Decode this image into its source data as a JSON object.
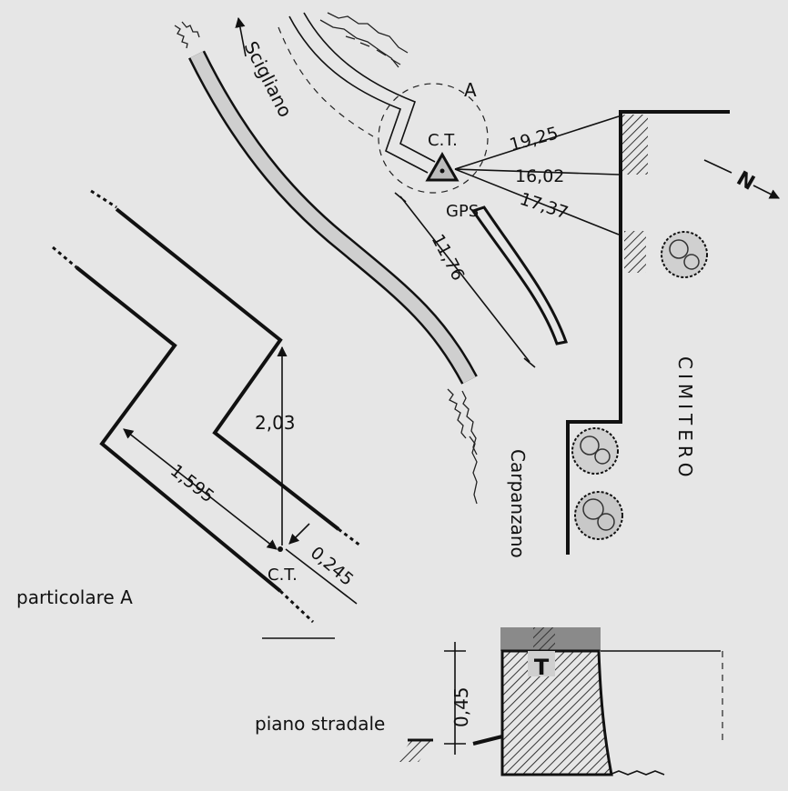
{
  "labels": {
    "top_road": "Scigliano",
    "bottom_road": "Carpanzano",
    "cemetery": "CIMITERO",
    "detail_ref": "A",
    "ct_main": "C.T.",
    "gps": "GPS",
    "detail_title": "particolare A",
    "ct_detail": "C.T.",
    "road_level": "piano stradale",
    "north": "N"
  },
  "dimensions": {
    "d1": "19,25",
    "d2": "16,02",
    "d3": "17,37",
    "d4": "11,76",
    "d5": "2,03",
    "d6": "1,595",
    "d7": "0,245",
    "d8": "0,45"
  },
  "colors": {
    "background": "#e6e6e6",
    "ink": "#111111",
    "road_fill": "#cfcfcf",
    "hatch": "#333333"
  }
}
